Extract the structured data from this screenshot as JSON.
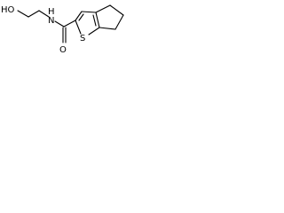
{
  "molecule": {
    "atoms": {
      "ho": "HO",
      "nh": "N",
      "nh_h": "H",
      "o": "O",
      "s": "S"
    },
    "colors": {
      "bond": "#000000",
      "background": "#ffffff"
    }
  }
}
